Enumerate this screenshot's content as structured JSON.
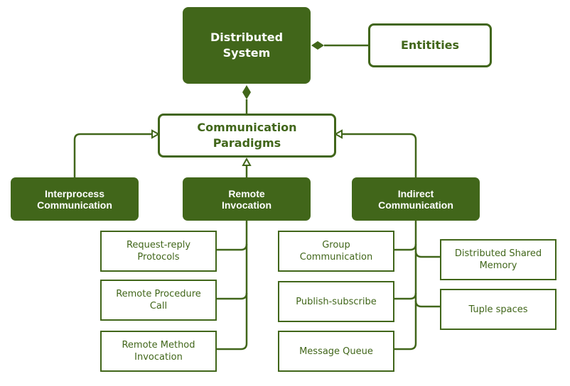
{
  "diagram": {
    "colors": {
      "primary": "#41661a",
      "background": "#ffffff",
      "text_on_dark": "#ffffff"
    },
    "nodes": {
      "distributed_system": "Distributed\nSystem",
      "entities": "Entitities",
      "communication_paradigms": "Communication\nParadigms",
      "interprocess": "Interprocess\nCommunication",
      "remote_invocation": "Remote\nInvocation",
      "indirect": "Indirect\nCommunication",
      "request_reply": "Request-reply\nProtocols",
      "rpc": "Remote Procedure\nCall",
      "rmi": "Remote Method\nInvocation",
      "group_comm": "Group\nCommunication",
      "publish_subscribe": "Publish-subscribe",
      "message_queue": "Message Queue",
      "dsm": "Distributed Shared\nMemory",
      "tuple_spaces": "Tuple spaces"
    },
    "edges": [
      {
        "from": "entities",
        "to": "distributed_system",
        "type": "composition"
      },
      {
        "from": "communication_paradigms",
        "to": "distributed_system",
        "type": "composition"
      },
      {
        "from": "interprocess",
        "to": "communication_paradigms",
        "type": "generalization"
      },
      {
        "from": "remote_invocation",
        "to": "communication_paradigms",
        "type": "generalization"
      },
      {
        "from": "indirect",
        "to": "communication_paradigms",
        "type": "generalization"
      },
      {
        "from": "remote_invocation",
        "to": "request_reply",
        "type": "branch"
      },
      {
        "from": "remote_invocation",
        "to": "rpc",
        "type": "branch"
      },
      {
        "from": "remote_invocation",
        "to": "rmi",
        "type": "branch"
      },
      {
        "from": "indirect",
        "to": "group_comm",
        "type": "branch"
      },
      {
        "from": "indirect",
        "to": "publish_subscribe",
        "type": "branch"
      },
      {
        "from": "indirect",
        "to": "message_queue",
        "type": "branch"
      },
      {
        "from": "indirect",
        "to": "dsm",
        "type": "branch"
      },
      {
        "from": "indirect",
        "to": "tuple_spaces",
        "type": "branch"
      }
    ]
  }
}
